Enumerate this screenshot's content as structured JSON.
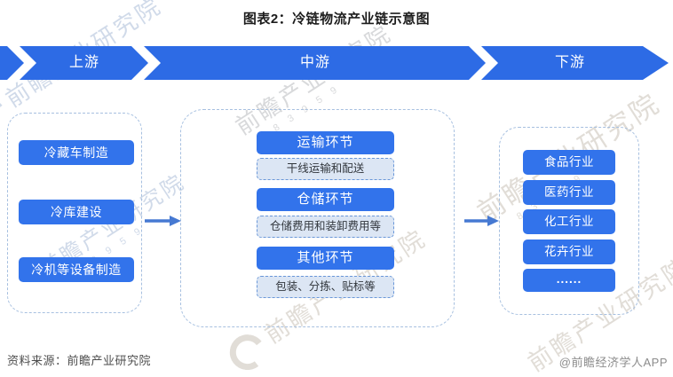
{
  "title": "图表2：冷链物流产业链示意图",
  "banner": {
    "segments": [
      {
        "label": "上游"
      },
      {
        "label": "中游"
      },
      {
        "label": "下游"
      }
    ]
  },
  "upstream": {
    "items": [
      "冷藏车制造",
      "冷库建设",
      "冷机等设备制造"
    ]
  },
  "midstream": {
    "groups": [
      {
        "header": "运输环节",
        "detail": "干线运输和配送"
      },
      {
        "header": "仓储环节",
        "detail": "仓储费用和装卸费用等"
      },
      {
        "header": "其他环节",
        "detail": "包装、分拣、贴标等"
      }
    ]
  },
  "downstream": {
    "items": [
      "食品行业",
      "医药行业",
      "化工行业",
      "花卉行业",
      "......"
    ]
  },
  "footer": {
    "source": "资料来源：前瞻产业研究院",
    "credit": "@前瞻经济学人APP"
  },
  "watermark": {
    "brand": "前瞻产业研究院",
    "digits": "8 3 9 5 9"
  },
  "colors": {
    "banner_blue": "#2d6be5",
    "node_blue": "#3273eb",
    "detail_fill": "#dce6f4",
    "detail_border": "#6a97d8",
    "container_border": "#a7c0e0",
    "arrow": "#4679d2"
  }
}
